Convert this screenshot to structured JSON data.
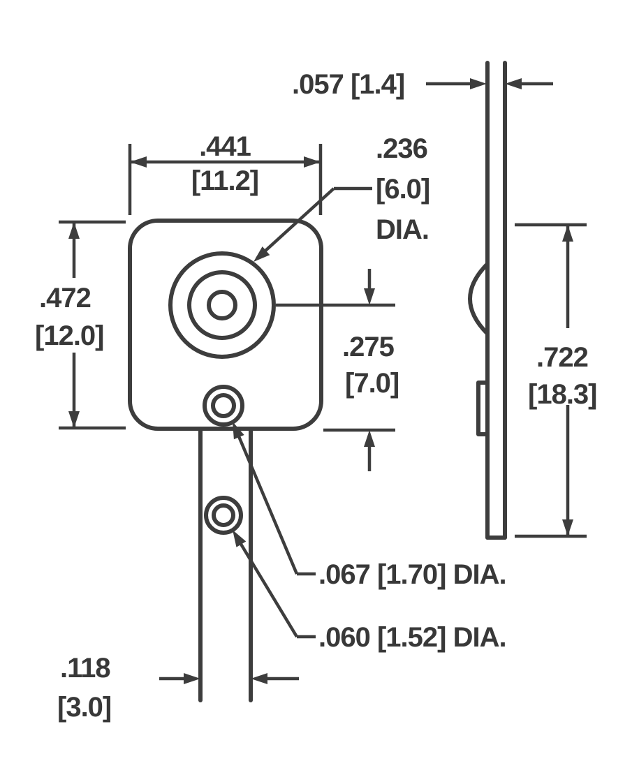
{
  "colors": {
    "ink": "#3d3d3d",
    "background": "#ffffff"
  },
  "dims": {
    "thickness": {
      "label": ".057 [1.4]"
    },
    "body_width": {
      "in": ".441",
      "mm": "[11.2]"
    },
    "dome_dia": {
      "in": ".236",
      "mm": "[6.0]",
      "suffix": "DIA."
    },
    "body_height": {
      "in": ".472",
      "mm": "[12.0]"
    },
    "center_offset": {
      "in": ".275",
      "mm": "[7.0]"
    },
    "overall_height": {
      "in": ".722",
      "mm": "[18.3]"
    },
    "hole_top": {
      "label": ".067 [1.70] DIA."
    },
    "hole_bottom": {
      "label": ".060 [1.52] DIA."
    },
    "tab_width": {
      "in": ".118",
      "mm": "[3.0]"
    }
  }
}
